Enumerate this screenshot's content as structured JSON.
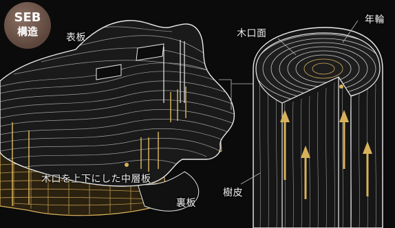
{
  "badge": {
    "line1": "SEB",
    "line2": "構造"
  },
  "labels": {
    "top_board": "表板",
    "end_grain": "木口面",
    "growth_rings": "年輪",
    "middle_layer": "木口を上下にした中層板",
    "back_board": "裏板",
    "bark": "樹皮"
  },
  "colors": {
    "background": "#0b0b0b",
    "wireframe": "#e8e8e8",
    "gold": "#d8b25a",
    "badge": "#6e574b"
  },
  "icons": [
    "arrow-up-icon",
    "leader-dot-icon"
  ]
}
